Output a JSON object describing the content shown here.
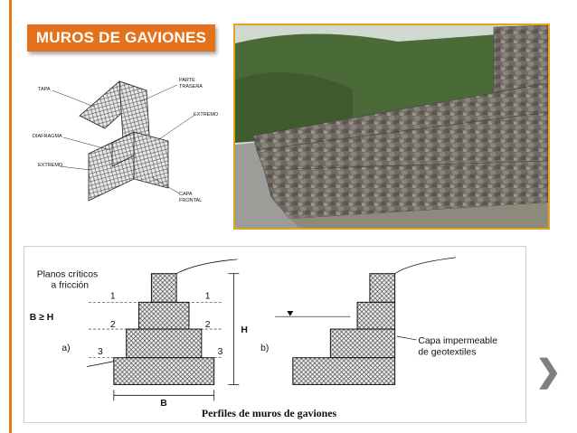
{
  "slide": {
    "title": "MUROS DE GAVIONES",
    "accent_color": "#e4711c",
    "photo_border_color": "#e6a11f",
    "next_icon": "chevron-right-icon",
    "next_glyph": "❯"
  },
  "gabion_diagram": {
    "labels": {
      "tapa": "TAPA",
      "parte_trasera_1": "PARTE",
      "parte_trasera_2": "TRASERA",
      "extremo_right": "EXTREMO",
      "diafragma": "DIAFRAGMA",
      "extremo_left": "EXTREMO",
      "capa_frontal_1": "CAPA",
      "capa_frontal_2": "FRONTAL"
    }
  },
  "profiles_diagram": {
    "planos_1": "Planos críticos",
    "planos_2": "a fricción",
    "b_h": "B ≥ H",
    "level_1": "1",
    "level_2": "2",
    "level_3": "3",
    "case_a": "a)",
    "case_b": "b)",
    "height": "H",
    "base": "B",
    "capa_1": "Capa impermeable",
    "capa_2": "de geotextiles",
    "caption": "Perfiles de muros de gaviones"
  }
}
